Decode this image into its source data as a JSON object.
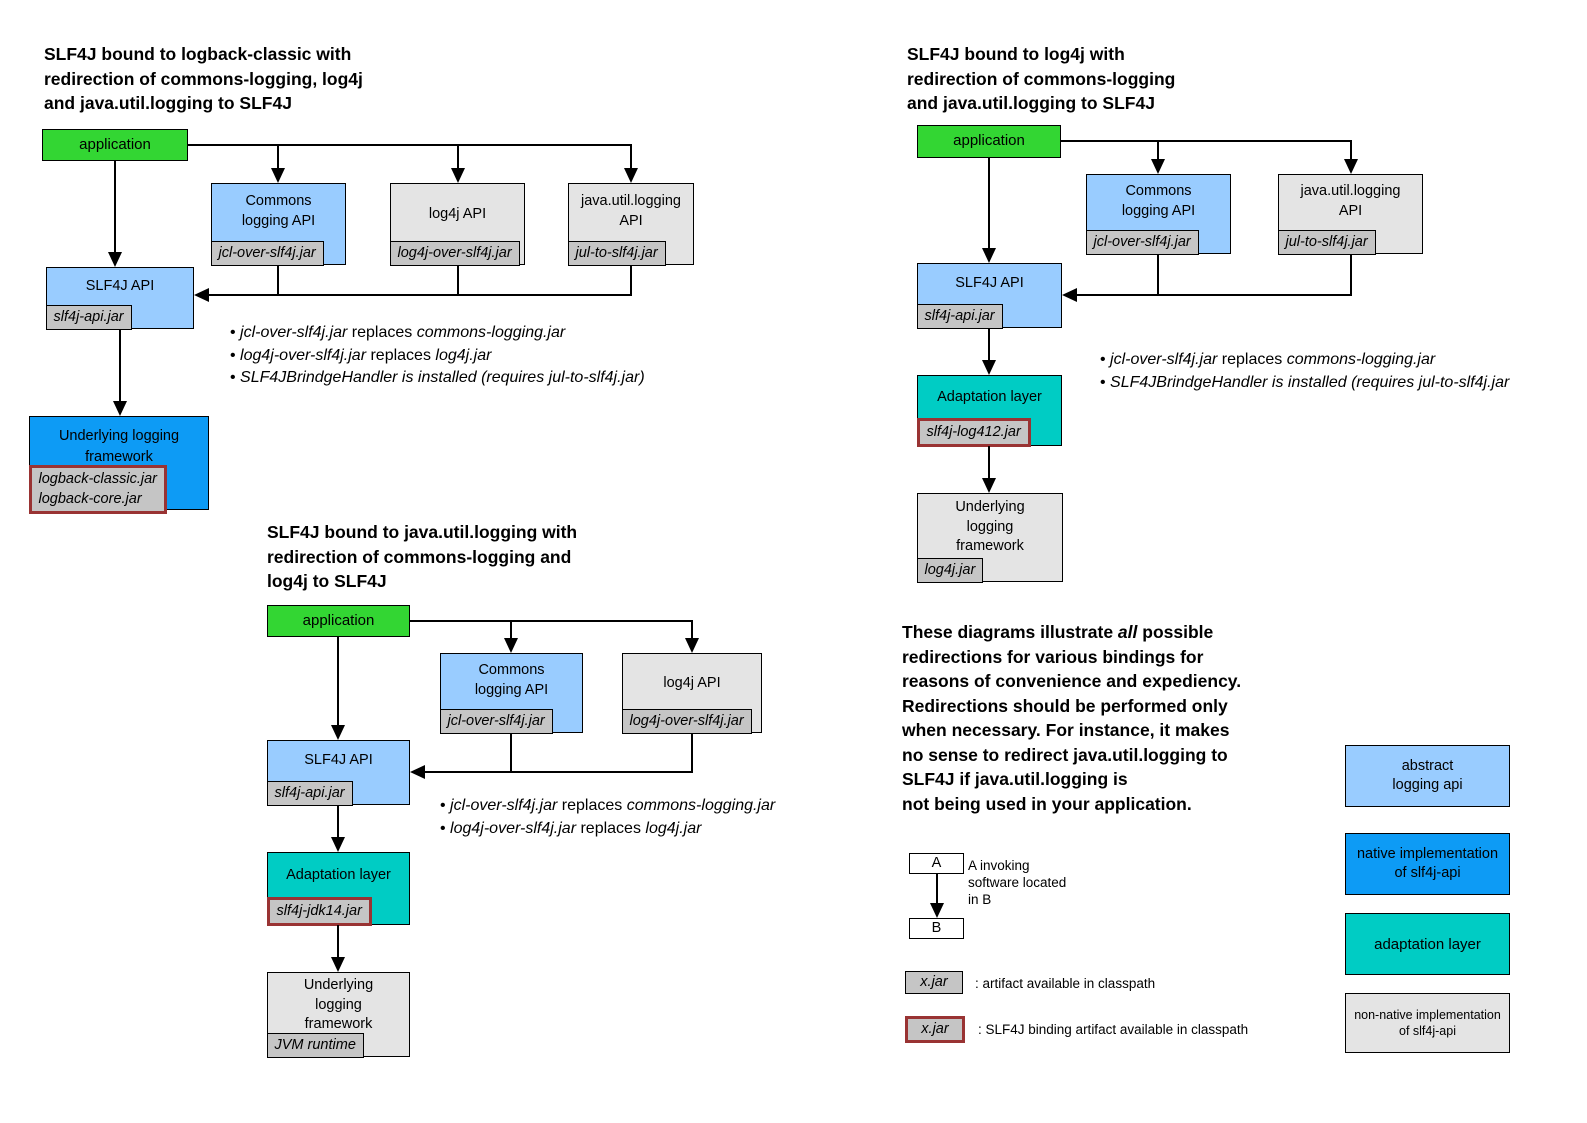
{
  "palette": {
    "application_green": "#33D633",
    "abstract_api_blue": "#99CCFF",
    "native_impl_blue": "#0D9BF5",
    "adaptation_teal": "#00CCC4",
    "non_native_gray": "#E4E4E4",
    "jar_tag_gray": "#C5C5C5",
    "binding_border_red": "#993333",
    "line_black": "#000000"
  },
  "diagram_logback": {
    "title": "SLF4J bound to logback-classic with\nredirection of commons-logging, log4j\nand java.util.logging to SLF4J",
    "application": "application",
    "commons": {
      "label": "Commons\nlogging API",
      "jar": "jcl-over-slf4j.jar"
    },
    "log4j": {
      "label": "log4j API",
      "jar": "log4j-over-slf4j.jar"
    },
    "jul": {
      "label": "java.util.logging\nAPI",
      "jar": "jul-to-slf4j.jar"
    },
    "slf4j": {
      "label": "SLF4J API",
      "jar": "slf4j-api.jar"
    },
    "underlying": {
      "label": "Underlying logging\nframework",
      "jar": "logback-classic.jar\nlogback-core.jar"
    },
    "bullets": [
      [
        {
          "t": "jcl-over-slf4j.jar",
          "i": true
        },
        {
          "t": " replaces ",
          "i": false
        },
        {
          "t": "commons-logging.jar",
          "i": true
        }
      ],
      [
        {
          "t": "log4j-over-slf4j.jar",
          "i": true
        },
        {
          "t": " replaces ",
          "i": false
        },
        {
          "t": "log4j.jar",
          "i": true
        }
      ],
      [
        {
          "t": "SLF4JBrindgeHandler is installed (requires jul-to-slf4j.jar)",
          "i": true
        }
      ]
    ]
  },
  "diagram_log4j": {
    "title": "SLF4J bound to log4j with\nredirection of commons-logging\nand java.util.logging to SLF4J",
    "application": "application",
    "commons": {
      "label": "Commons\nlogging API",
      "jar": "jcl-over-slf4j.jar"
    },
    "jul": {
      "label": "java.util.logging\nAPI",
      "jar": "jul-to-slf4j.jar"
    },
    "slf4j": {
      "label": "SLF4J API",
      "jar": "slf4j-api.jar"
    },
    "adaptation": {
      "label": "Adaptation layer",
      "jar": "slf4j-log412.jar"
    },
    "underlying": {
      "label": "Underlying\nlogging\nframework",
      "jar": "log4j.jar"
    },
    "bullets": [
      [
        {
          "t": "jcl-over-slf4j.jar",
          "i": true
        },
        {
          "t": " replaces ",
          "i": false
        },
        {
          "t": "commons-logging.jar",
          "i": true
        }
      ],
      [
        {
          "t": "SLF4JBrindgeHandler is installed (requires jul-to-slf4j.jar",
          "i": true
        }
      ]
    ]
  },
  "diagram_jul": {
    "title": "SLF4J bound to java.util.logging with\nredirection of commons-logging and\nlog4j to SLF4J",
    "application": "application",
    "commons": {
      "label": "Commons\nlogging API",
      "jar": "jcl-over-slf4j.jar"
    },
    "log4j": {
      "label": "log4j API",
      "jar": "log4j-over-slf4j.jar"
    },
    "slf4j": {
      "label": "SLF4J API",
      "jar": "slf4j-api.jar"
    },
    "adaptation": {
      "label": "Adaptation layer",
      "jar": "slf4j-jdk14.jar"
    },
    "underlying": {
      "label": "Underlying\nlogging\nframework",
      "jar": "JVM runtime"
    },
    "bullets": [
      [
        {
          "t": "jcl-over-slf4j.jar",
          "i": true
        },
        {
          "t": " replaces ",
          "i": false
        },
        {
          "t": "commons-logging.jar",
          "i": true
        }
      ],
      [
        {
          "t": "log4j-over-slf4j.jar",
          "i": true
        },
        {
          "t": " replaces ",
          "i": false
        },
        {
          "t": "log4j.jar",
          "i": true
        }
      ]
    ]
  },
  "note": {
    "segments": [
      {
        "t": "These diagrams illustrate ",
        "i": false
      },
      {
        "t": "all",
        "i": true
      },
      {
        "t": " possible\nredirections for various bindings for\nreasons of convenience and expediency.\nRedirections should be performed only\nwhen necessary. For instance, it makes\nno sense to redirect java.util.logging to\nSLF4J if java.util.logging is\nnot being used in your application.",
        "i": false
      }
    ]
  },
  "legend": {
    "invoke": {
      "a": "A",
      "b": "B",
      "caption": "A invoking\nsoftware located\nin B"
    },
    "artifact": {
      "tag": "x.jar",
      "caption": ": artifact available in classpath"
    },
    "binding": {
      "tag": "x.jar",
      "caption": ": SLF4J binding artifact available in classpath"
    },
    "colors": [
      {
        "label": "abstract\nlogging api"
      },
      {
        "label": "native implementation\nof slf4j-api"
      },
      {
        "label": "adaptation layer"
      },
      {
        "label": "non-native implementation\nof slf4j-api"
      }
    ]
  }
}
